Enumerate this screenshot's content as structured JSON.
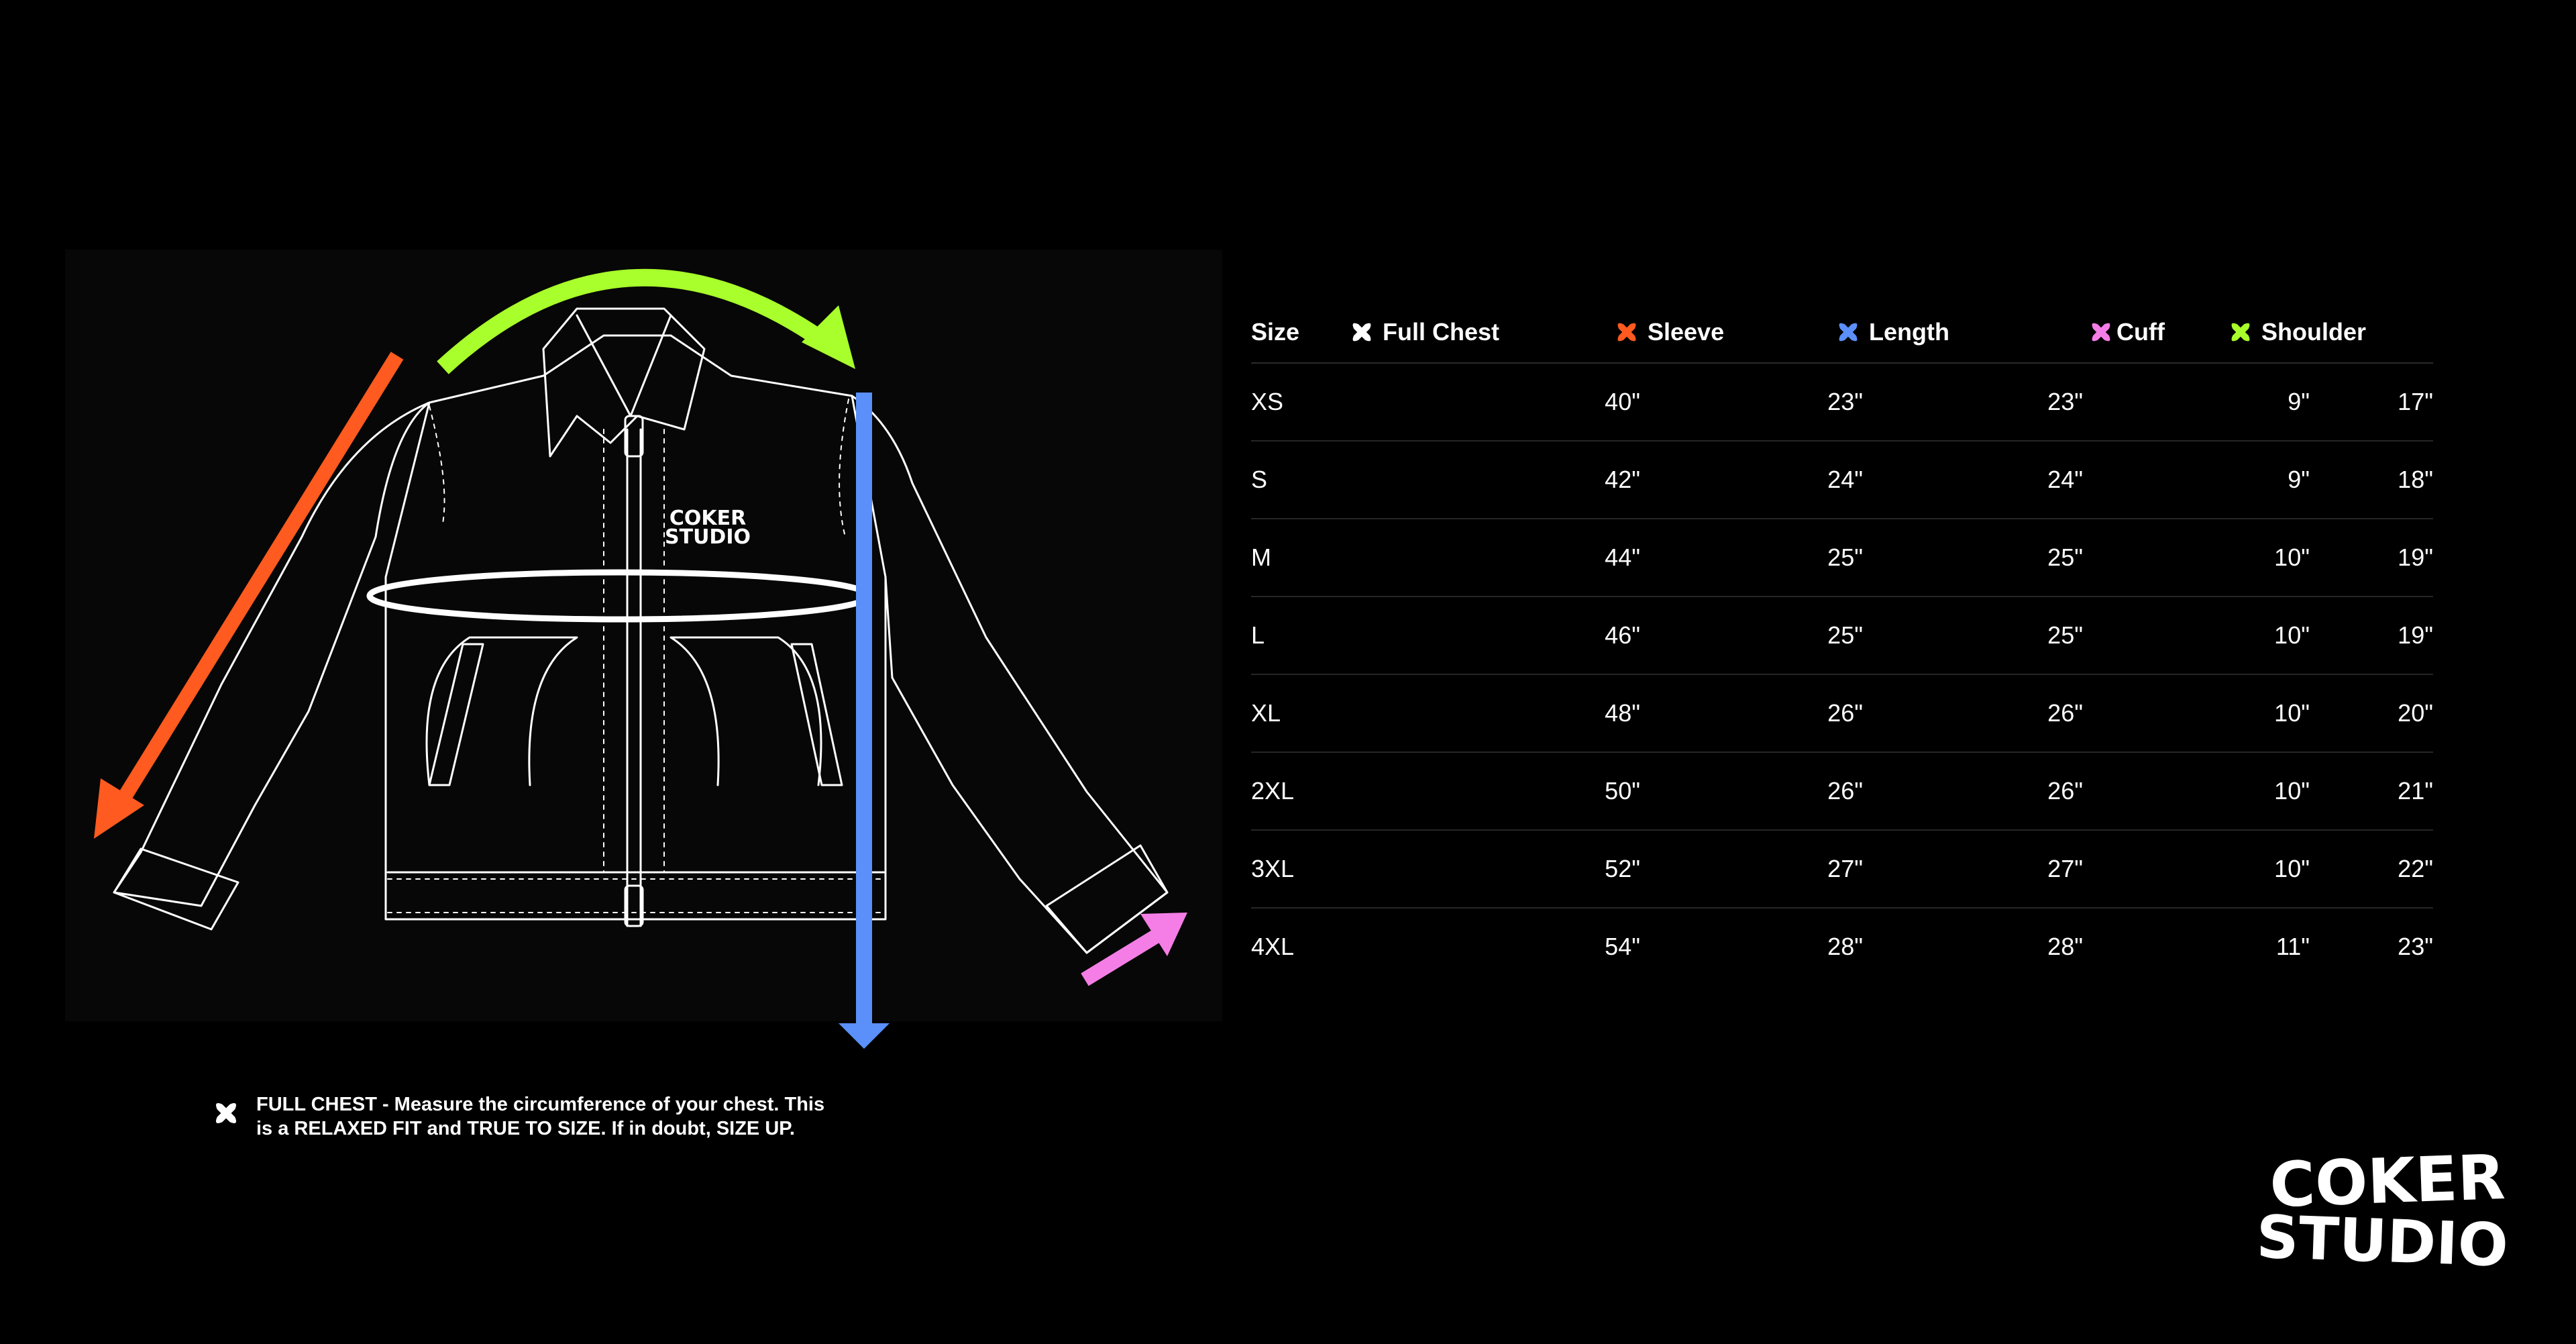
{
  "brand": {
    "logo_line1": "COKER",
    "logo_line2": "STUDIO"
  },
  "table": {
    "headers": {
      "size": "Size",
      "full_chest": "Full Chest",
      "sleeve": "Sleeve",
      "length": "Length",
      "cuff": "Cuff",
      "shoulder": "Shoulder"
    },
    "rows": [
      {
        "size": "XS",
        "full_chest": "40\"",
        "sleeve": "23\"",
        "length": "23\"",
        "cuff": "9\"",
        "shoulder": "17\""
      },
      {
        "size": "S",
        "full_chest": "42\"",
        "sleeve": "24\"",
        "length": "24\"",
        "cuff": "9\"",
        "shoulder": "18\""
      },
      {
        "size": "M",
        "full_chest": "44\"",
        "sleeve": "25\"",
        "length": "25\"",
        "cuff": "10\"",
        "shoulder": "19\""
      },
      {
        "size": "L",
        "full_chest": "46\"",
        "sleeve": "25\"",
        "length": "25\"",
        "cuff": "10\"",
        "shoulder": "19\""
      },
      {
        "size": "XL",
        "full_chest": "48\"",
        "sleeve": "26\"",
        "length": "26\"",
        "cuff": "10\"",
        "shoulder": "20\""
      },
      {
        "size": "2XL",
        "full_chest": "50\"",
        "sleeve": "26\"",
        "length": "26\"",
        "cuff": "10\"",
        "shoulder": "21\""
      },
      {
        "size": "3XL",
        "full_chest": "52\"",
        "sleeve": "27\"",
        "length": "27\"",
        "cuff": "10\"",
        "shoulder": "22\""
      },
      {
        "size": "4XL",
        "full_chest": "54\"",
        "sleeve": "28\"",
        "length": "28\"",
        "cuff": "11\"",
        "shoulder": "23\""
      }
    ]
  },
  "note": {
    "text_line1": "FULL CHEST - Measure the circumference of your chest. This",
    "text_line2": "is a RELAXED FIT and TRUE TO SIZE. If in doubt, SIZE UP."
  },
  "colors": {
    "background": "#000000",
    "full_chest": "#ffffff",
    "sleeve": "#ff5a1f",
    "length": "#5b8ff9",
    "cuff": "#f57ee6",
    "shoulder": "#a8ff2b",
    "outline": "#ffffff"
  },
  "icons": {
    "measure_marker": "x-cross-icon"
  }
}
